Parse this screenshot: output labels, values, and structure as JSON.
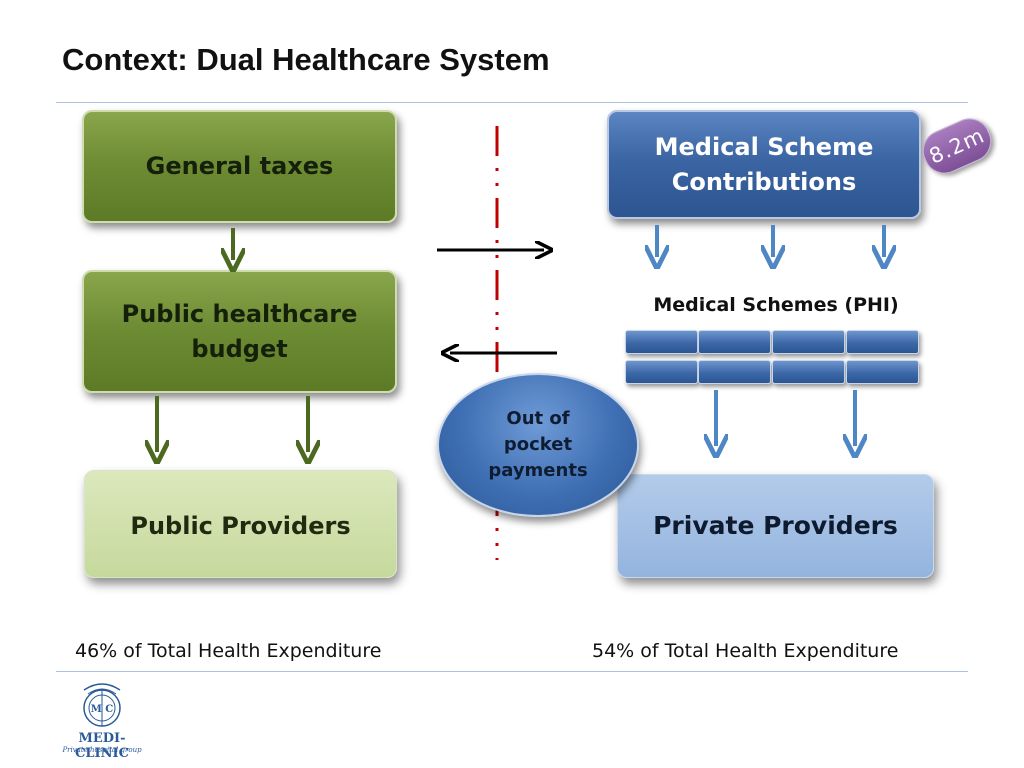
{
  "title": "Context: Dual Healthcare System",
  "nodes": {
    "general_taxes": "General taxes",
    "public_budget_line1": "Public healthcare",
    "public_budget_line2": "budget",
    "public_providers": "Public Providers",
    "medical_scheme_line1": "Medical Scheme",
    "medical_scheme_line2": "Contributions",
    "medical_schemes_phi": "Medical Schemes (PHI)",
    "private_providers": "Private Providers",
    "out_of_pocket_line1": "Out of",
    "out_of_pocket_line2": "pocket",
    "out_of_pocket_line3": "payments"
  },
  "badge": "8.2m",
  "footer": {
    "public_share": "46% of Total Health Expenditure",
    "private_share": "54% of Total Health Expenditure"
  },
  "logo": {
    "name": "MEDI-CLINIC",
    "tagline": "Private hospital group",
    "emblem_letters": "M C"
  },
  "colors": {
    "public_dark": "#6f8d34",
    "public_light": "#c6d99c",
    "private_dark": "#3b65a3",
    "private_light": "#94b4de",
    "divider": "#c00000",
    "badge": "#7d4f97",
    "rule": "#a9c4dc"
  }
}
